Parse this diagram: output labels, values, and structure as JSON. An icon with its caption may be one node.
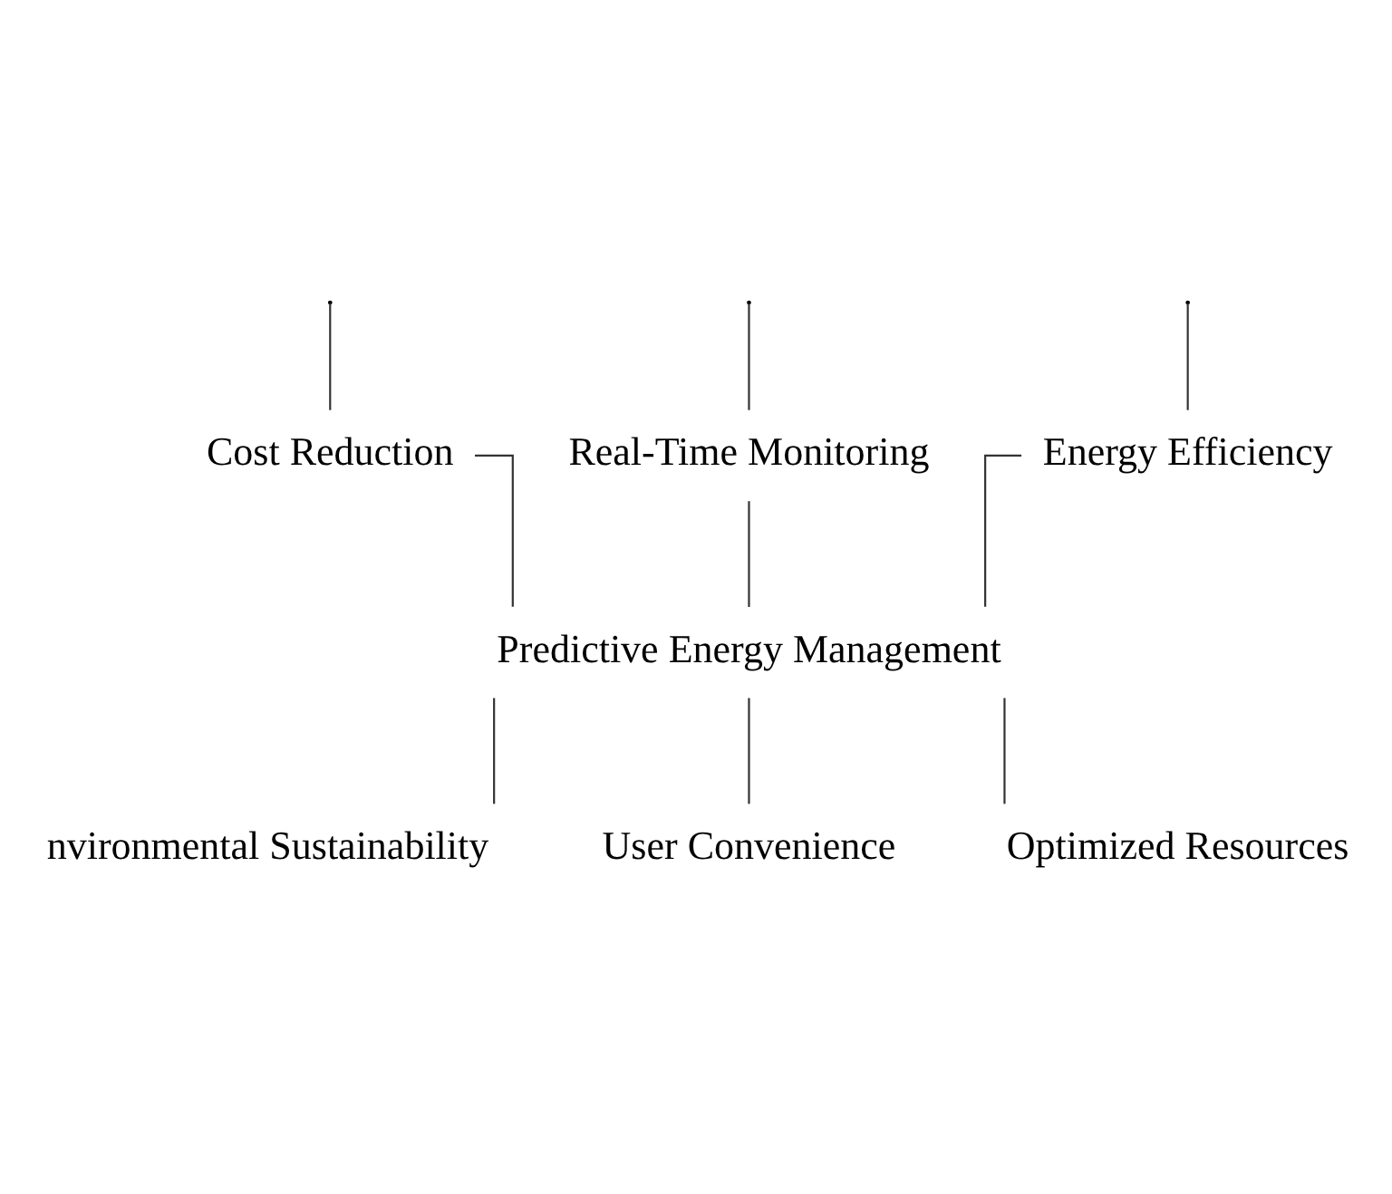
{
  "diagram": {
    "nodes": [
      {
        "text": [
          "Energy Efficiency"
        ]
      },
      {
        "text": [
          "Cost Reduction"
        ]
      },
      {
        "text": [
          "Real-Time Monitoring"
        ]
      },
      {
        "text": [
          "Predictive Energy Management"
        ]
      },
      {
        "text": [
          "nvironmental Sustainability"
        ]
      },
      {
        "text": [
          "User Convenience"
        ]
      },
      {
        "text": [
          "Optimized Resources"
        ]
      }
    ],
    "edges": [
      {
        "from": null,
        "to": 0,
        "arrow": "none"
      },
      {
        "from": null,
        "to": 1,
        "arrow": "none"
      },
      {
        "from": null,
        "to": 2,
        "arrow": "none"
      },
      {
        "from": 0,
        "to": 3,
        "arrow": "none"
      },
      {
        "from": 1,
        "to": 3,
        "arrow": "none"
      },
      {
        "from": 2,
        "to": 3,
        "arrow": "none"
      },
      {
        "from": 3,
        "to": 4,
        "arrow": "none"
      },
      {
        "from": 3,
        "to": 5,
        "arrow": "none"
      },
      {
        "from": 3,
        "to": 6,
        "arrow": "none"
      }
    ]
  }
}
